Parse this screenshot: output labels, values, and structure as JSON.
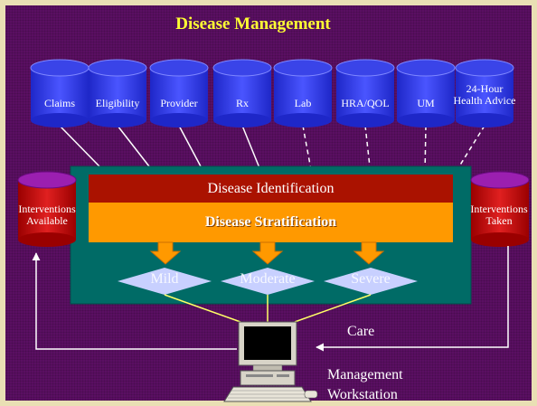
{
  "title": "Disease Management",
  "data_sources": [
    {
      "label": "Claims",
      "link": "solid"
    },
    {
      "label": "Eligibility",
      "link": "solid"
    },
    {
      "label": "Provider",
      "link": "solid"
    },
    {
      "label": "Rx",
      "link": "solid"
    },
    {
      "label": "Lab",
      "link": "dashed"
    },
    {
      "label": "HRA/QOL",
      "link": "dashed"
    },
    {
      "label": "UM",
      "link": "dashed"
    },
    {
      "label": "24-Hour Health Advice",
      "link": "dashed"
    }
  ],
  "interventions_available": "Interventions Available",
  "interventions_taken": "Interventions Taken",
  "stages": {
    "identification": "Disease Identification",
    "stratification": "Disease Stratification"
  },
  "severity_levels": [
    "Mild",
    "Moderate",
    "Severe"
  ],
  "care_label": "Care",
  "workstation_label": "Management Workstation",
  "colors": {
    "background": "#5a0f62",
    "frame": "#e9dfb4",
    "title": "#ffff33",
    "cylinder_blue": "#3a44e8",
    "cylinder_red": "#cc1010",
    "cylinder_top_purple": "#9b1fb0",
    "panel_teal": "#006b66",
    "identification_band": "#aa1200",
    "stratification_band": "#ff9900",
    "diamond": "#c8d0ff",
    "connector": "#ffff66"
  }
}
